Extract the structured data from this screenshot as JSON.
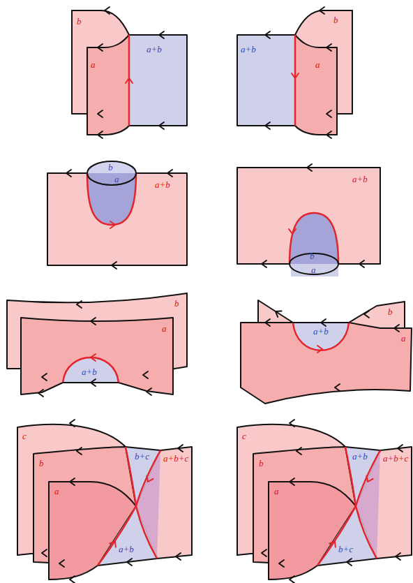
{
  "diagram": {
    "labels": [
      "b",
      "a",
      "a+b",
      "a+b",
      "b",
      "a",
      "b",
      "a",
      "a+b",
      "a+b",
      "b",
      "a",
      "b",
      "a",
      "a+b",
      "a+b",
      "b",
      "a",
      "c",
      "b",
      "a",
      "b+c",
      "a+b+c",
      "a+b",
      "c",
      "b",
      "a+b+c",
      "a",
      "a+b",
      "b+c"
    ]
  }
}
